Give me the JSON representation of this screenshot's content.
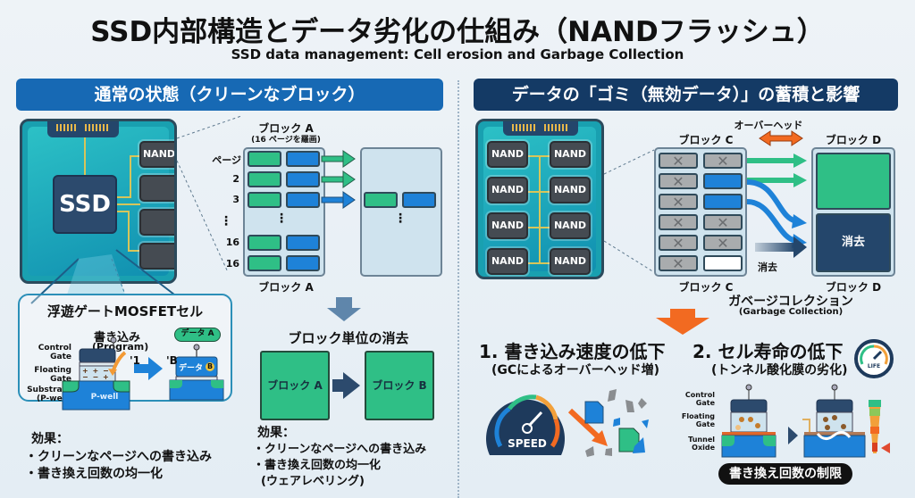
{
  "title": "SSD内部構造とデータ劣化の仕組み（NANDフラッシュ）",
  "subtitle": "SSD data management: Cell erosion and Garbage Collection",
  "left_panel": {
    "header": "通常の状態（クリーンなブロック）",
    "board": {
      "controller_label": "SSD",
      "nand_label": "NAND"
    },
    "block_a": {
      "title": "ブロック A",
      "subtitle": "(16 ページを羅画)",
      "page_labels": [
        "ページ",
        "2",
        "3",
        "⋮",
        "16",
        "16"
      ],
      "bottom_label": "ブロック A",
      "dots": "⋮"
    },
    "mosfet": {
      "title": "浮遊ゲートMOSFETセル",
      "program_label": "書き込み",
      "program_sub": "(Program)",
      "data_badge": "データ A",
      "label_control_gate": "Control Gate",
      "label_floating_gate": "Floating Gate",
      "label_substrate": "Substrate (P-well)",
      "pwell": "P-well",
      "mark_1": "'1",
      "mark_b": "'B",
      "cell_text": "データ",
      "cell_badge": "B",
      "charges": [
        "+",
        "+",
        "−",
        "−",
        "−",
        "+"
      ]
    },
    "effects_1": {
      "heading": "効果：",
      "items": [
        "・クリーンなページへの書き込み",
        "・書き換え回数の均一化"
      ]
    },
    "erase": {
      "title": "ブロック単位の消去",
      "block_from": "ブロック A",
      "block_to": "ブロック B"
    },
    "effects_2": {
      "heading": "効果：",
      "items": [
        "・クリーンなページへの書き込み",
        "・書き換え回数の均一化",
        "  (ウェアレベリング)"
      ]
    }
  },
  "right_panel": {
    "header": "データの「ゴミ（無効データ）」の蓄積と影響",
    "board": {
      "nand_labels": [
        "NAND",
        "NAND",
        "NAND",
        "NAND",
        "NAND",
        "NAND",
        "NAND",
        "NAND"
      ]
    },
    "overhead_label": "オーバーヘッド",
    "block_c": {
      "title": "ブロック C",
      "bottom_label": "ブロック C",
      "rows": [
        [
          "invalid",
          "invalid"
        ],
        [
          "invalid",
          "valid"
        ],
        [
          "invalid",
          "valid"
        ],
        [
          "invalid",
          "invalid"
        ],
        [
          "invalid",
          "invalid"
        ],
        [
          "invalid",
          "empty"
        ]
      ],
      "invalid_mark": "✕"
    },
    "block_d": {
      "title": "ブロック D",
      "bottom_label": "ブロック D",
      "erase_region": "消去"
    },
    "erase_arrow_label": "消去",
    "gc_label": "ガベージコレクション",
    "gc_sub": "(Garbage Collection)",
    "result_1": {
      "title": "1. 書き込み速度の低下",
      "sub": "(GCによるオーバーヘッド増)",
      "gauge_label": "SPEED"
    },
    "result_2": {
      "title": "2. セル寿命の低下",
      "sub": "(トンネル酸化膜の劣化)",
      "gauge_label": "LIFE",
      "label_control_gate": "Control Gate",
      "label_floating_gate": "Floating Gate",
      "label_tunnel_oxide": "Tunnel Oxide",
      "limit_pill": "書き換え回数の制限"
    }
  },
  "colors": {
    "header_left": "#1769b4",
    "header_right": "#143a65",
    "valid_green": "#2fbf86",
    "valid_blue": "#1e82d8",
    "invalid_gray": "#a9acae",
    "erase_navy": "#24466b",
    "accent_orange": "#f26a21"
  }
}
